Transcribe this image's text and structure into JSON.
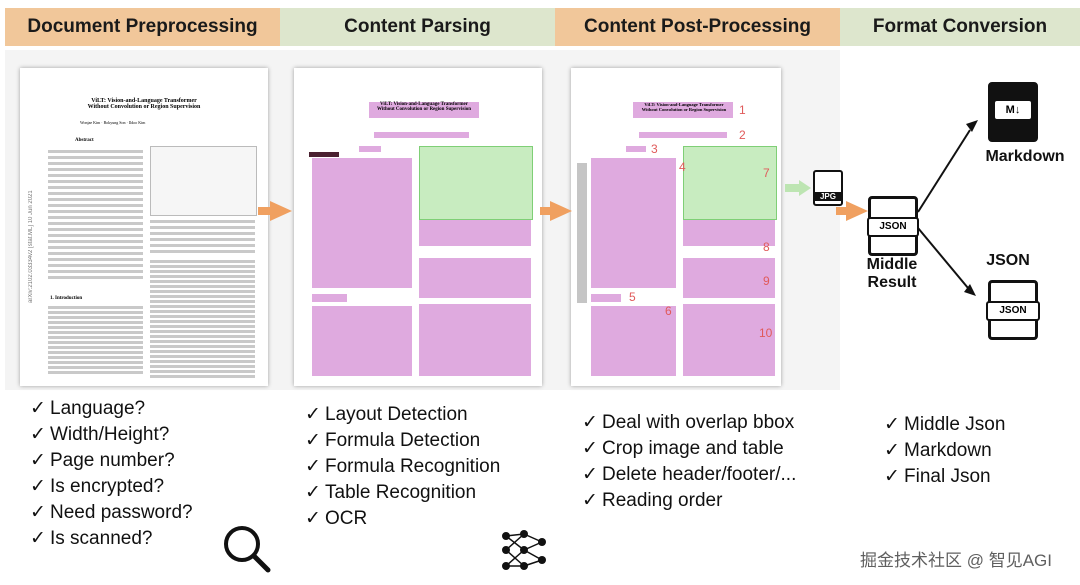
{
  "stages": [
    {
      "title": "Document Preprocessing",
      "checks": [
        "Language?",
        "Width/Height?",
        "Page number?",
        "Is encrypted?",
        "Need password?",
        "Is scanned?"
      ]
    },
    {
      "title": "Content Parsing",
      "checks": [
        "Layout Detection",
        "Formula Detection",
        "Formula Recognition",
        "Table Recognition",
        "OCR"
      ]
    },
    {
      "title": "Content Post-Processing",
      "checks": [
        "Deal with overlap bbox",
        "Crop image and table",
        "Delete header/footer/...",
        "Reading order"
      ]
    },
    {
      "title": "Format Conversion",
      "checks": [
        "Middle Json",
        "Markdown",
        "Final Json"
      ]
    }
  ],
  "check_symbol": "✓",
  "paper": {
    "title_line1": "ViLT: Vision-and-Language Transformer",
    "title_line2": "Without Convolution or Region Supervision",
    "authors": [
      "Wonjae Kim",
      "Bokyung Son",
      "Ildoo Kim"
    ],
    "abstract_heading": "Abstract",
    "intro_heading": "1. Introduction",
    "side_stamp": "arXiv:2102.03334v2 [stat.ML] 10 Jun 2021"
  },
  "reading_order_numbers": [
    "1",
    "2",
    "3",
    "4",
    "5",
    "6",
    "7",
    "8",
    "9",
    "10"
  ],
  "format": {
    "markdown_label": "Markdown",
    "markdown_badge": "M↓",
    "json_label": "JSON",
    "json_badge": "JSON",
    "jpg_badge": "JPG",
    "middle_result_line1": "Middle",
    "middle_result_line2": "Result",
    "middle_badge": "JSON"
  },
  "watermark": "掘金技术社区 @ 智见AGI",
  "icons": [
    "magnifier-icon",
    "neural-network-icon",
    "markdown-file-icon",
    "json-file-icon",
    "jpg-image-icon"
  ],
  "colors": {
    "orange_header": "#f1c79a",
    "green_header": "#dde6cd",
    "arrow": "#f0a060",
    "layout_box": "#d99bd9",
    "figure_box": "#c8ecc0"
  }
}
